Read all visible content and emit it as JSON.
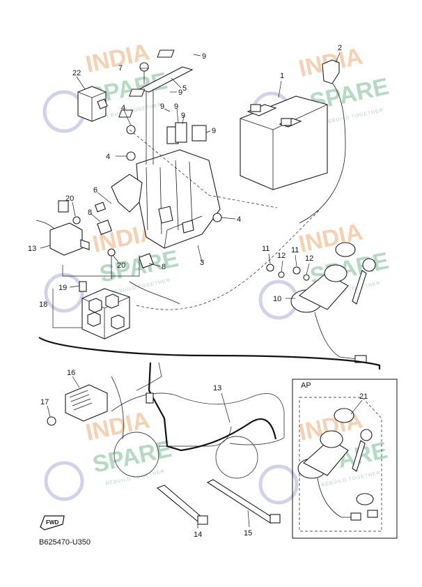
{
  "diagram_code": "B625470-U350",
  "fwd_label": "FWD",
  "ap_label": "AP",
  "watermark": {
    "line1": "INDIA",
    "line2": "SPARE",
    "tagline": "REBUILD TOGETHER",
    "colors": {
      "india": "#f5c9a4",
      "spare": "#a7d4b9",
      "logo": "#c9cbe6"
    }
  },
  "callouts": [
    "1",
    "2",
    "3",
    "4",
    "4",
    "4",
    "5",
    "6",
    "7",
    "8",
    "8",
    "9",
    "9",
    "9",
    "9",
    "9",
    "9",
    "10",
    "11",
    "11",
    "12",
    "12",
    "13",
    "13",
    "14",
    "15",
    "16",
    "17",
    "18",
    "19",
    "20",
    "20",
    "21",
    "22"
  ]
}
